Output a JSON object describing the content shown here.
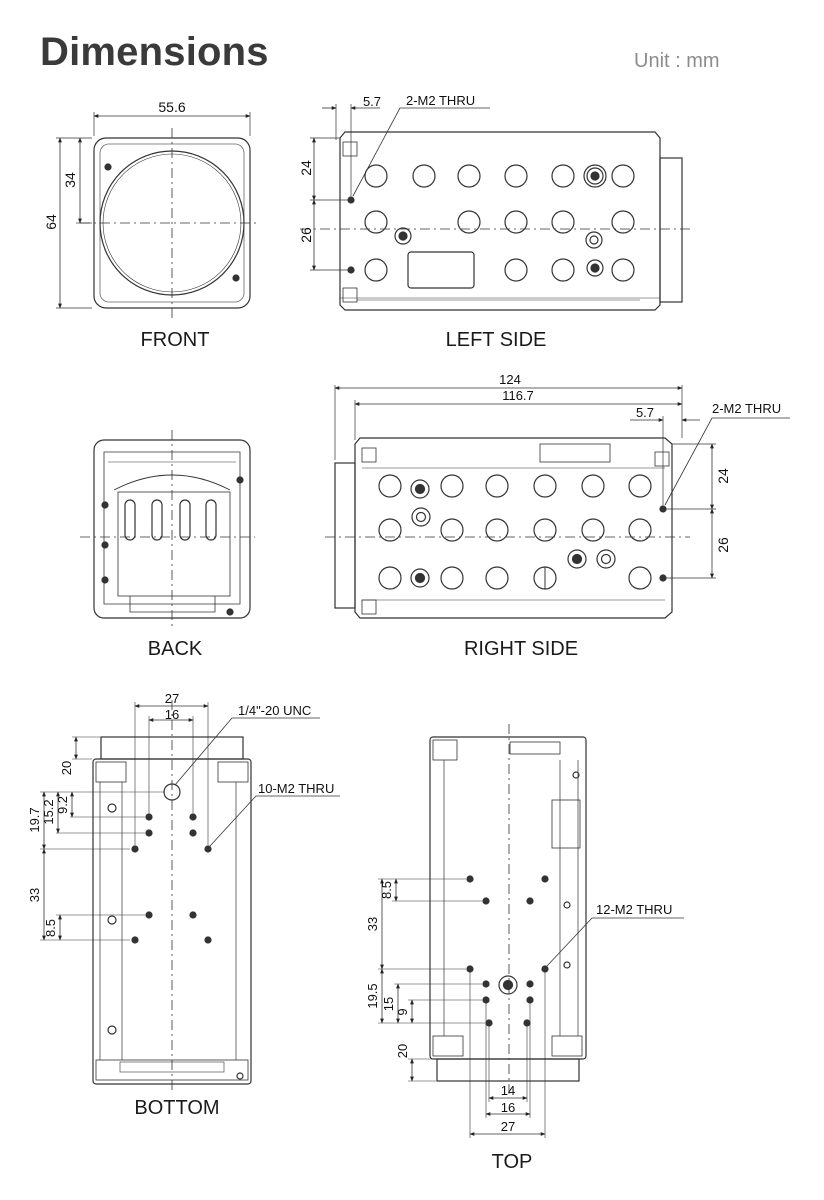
{
  "header": {
    "title": "Dimensions",
    "unit": "Unit : mm"
  },
  "views": {
    "front": {
      "label": "FRONT",
      "dims": {
        "width": "55.6",
        "height": "64",
        "half": "34"
      }
    },
    "left": {
      "label": "LEFT SIDE",
      "dims": {
        "offset": "5.7",
        "d1": "24",
        "d2": "26"
      },
      "callout": "2-M2 THRU"
    },
    "back": {
      "label": "BACK"
    },
    "right": {
      "label": "RIGHT SIDE",
      "dims": {
        "overall": "124",
        "body": "116.7",
        "offset": "5.7",
        "d1": "24",
        "d2": "26"
      },
      "callout": "2-M2 THRU"
    },
    "bottom": {
      "label": "BOTTOM",
      "dims": {
        "w27": "27",
        "w16": "16",
        "h20": "20",
        "h19_7": "19.7",
        "h15_2": "15.2",
        "h9_2": "9.2",
        "h33": "33",
        "h8_5": "8.5"
      },
      "callout_tripod": "1/4\"-20 UNC",
      "callout_holes": "10-M2 THRU"
    },
    "top": {
      "label": "TOP",
      "dims": {
        "h8_5": "8.5",
        "h33": "33",
        "h19_5": "19.5",
        "h15": "15",
        "h9": "9",
        "h20": "20",
        "w14": "14",
        "w16": "16",
        "w27": "27"
      },
      "callout": "12-M2 THRU"
    }
  }
}
